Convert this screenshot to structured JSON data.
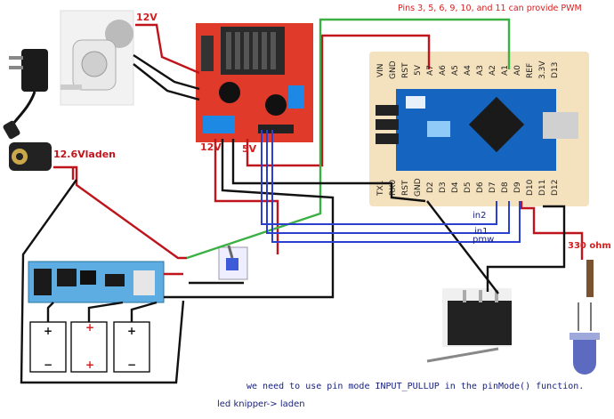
{
  "header": {
    "pwm_note": "Pins 3, 5, 6, 9, 10, and 11 can provide PWM"
  },
  "labels": {
    "pump_voltage": "12V",
    "charger": "12.6Vladen",
    "driver_12v": "12V",
    "driver_5v": "5V",
    "wire_in2": "in2",
    "wire_in1": "in1",
    "wire_pmw": "pmw",
    "resistor": "330 ohm",
    "footer_pullup": "we need to use pin mode INPUT_PULLUP in the pinMode() function.",
    "footer_led": "led knipper-> laden"
  },
  "arduino": {
    "top_pins": [
      "VIN",
      "GND",
      "RST",
      "5V",
      "A7",
      "A6",
      "A5",
      "A4",
      "A3",
      "A2",
      "A1",
      "A0",
      "REF",
      "3.3V",
      "D13"
    ],
    "bottom_pins": [
      "TX1",
      "RX0",
      "RST",
      "GND",
      "D2",
      "D3",
      "D4",
      "D5",
      "D6",
      "D7",
      "D8",
      "D9",
      "D10",
      "D11",
      "D12"
    ]
  },
  "battery": {
    "cell_plus": "+",
    "cell_minus": "−"
  },
  "colors": {
    "red_wire": "#c0141c",
    "black_wire": "#111111",
    "green_wire": "#3cb043",
    "blue_wire": "#2a3fcf",
    "arduino_board": "#f4e2bf",
    "l298_board": "#e03a2a",
    "nano_pcb": "#1565c0"
  }
}
